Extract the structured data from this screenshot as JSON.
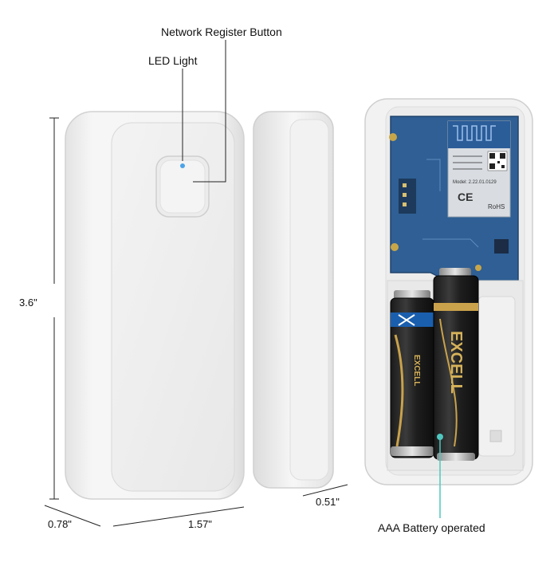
{
  "labels": {
    "network_register_button": "Network Register Button",
    "led_light": "LED Light",
    "height_dim": "3.6\"",
    "depth_dim": "0.78\"",
    "width_dim": "1.57\"",
    "magnet_width_dim": "0.51\"",
    "battery_note": "AAA Battery operated"
  },
  "pcb_text": {
    "module_text": "Model: 2.22.01.0129",
    "ce_mark": "CE",
    "rohs_mark": "RoHS"
  },
  "battery_brand": "EXCELL",
  "colors": {
    "housing": "#eeeeee",
    "pcb": "#2f5f94",
    "led": "#4aa3e8",
    "annotation_line": "#222222",
    "battery_callout": "#4fc7c0"
  }
}
